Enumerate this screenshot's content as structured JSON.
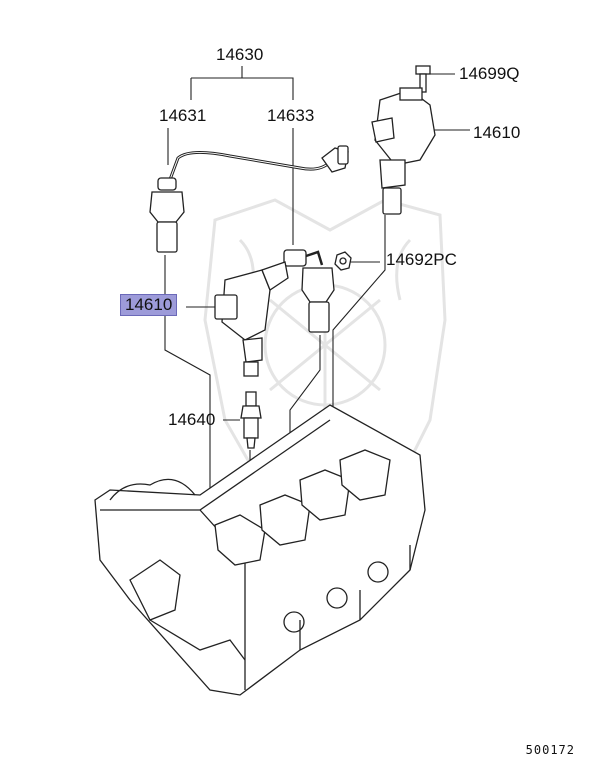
{
  "callouts": {
    "harness_assembly": "14630",
    "cable_left": "14631",
    "cable_right": "14633",
    "bolt": "14699Q",
    "coil_right": "14610",
    "nut": "14692PC",
    "coil_left_highlighted": "14610",
    "spark_plug": "14640"
  },
  "figure_code": "500172",
  "colors": {
    "highlight": "#9d9bd9",
    "ink": "#111111"
  }
}
